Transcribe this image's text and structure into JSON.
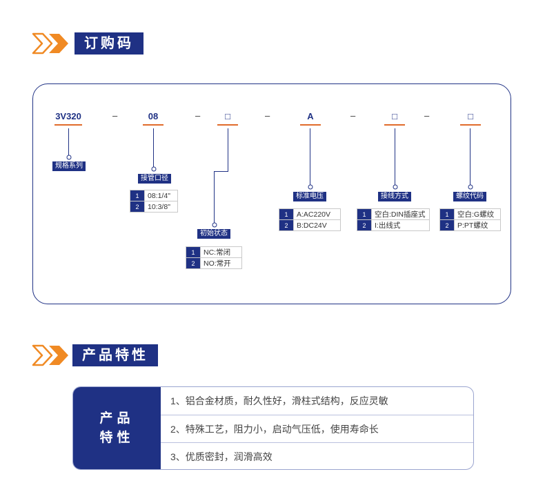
{
  "sections": {
    "order_code_title": "订购码",
    "features_title": "产品特性"
  },
  "code": {
    "segments": [
      "3V320",
      "08",
      "□",
      "A",
      "□",
      "□"
    ],
    "dash": "–"
  },
  "tags": {
    "series": "规格系列",
    "port": "接管口径",
    "initial": "初始状态",
    "voltage": "标准电压",
    "wiring": "接线方式",
    "thread": "螺纹代码"
  },
  "options": {
    "port": [
      {
        "num": "1",
        "text": "08:1/4\""
      },
      {
        "num": "2",
        "text": "10:3/8\""
      }
    ],
    "initial": [
      {
        "num": "1",
        "text": "NC:常闭"
      },
      {
        "num": "2",
        "text": "NO:常开"
      }
    ],
    "voltage": [
      {
        "num": "1",
        "text": "A:AC220V"
      },
      {
        "num": "2",
        "text": "B:DC24V"
      }
    ],
    "wiring": [
      {
        "num": "1",
        "text": "空白:DIN插座式"
      },
      {
        "num": "2",
        "text": "I:出线式"
      }
    ],
    "thread": [
      {
        "num": "1",
        "text": "空白:G螺纹"
      },
      {
        "num": "2",
        "text": "P:PT螺纹"
      }
    ]
  },
  "features": {
    "label_line1": "产品",
    "label_line2": "特性",
    "items": [
      "1、铝合金材质，耐久性好，滑柱式结构，反应灵敏",
      "2、特殊工艺，阻力小，启动气压低，使用寿命长",
      "3、优质密封，润滑高效"
    ]
  },
  "colors": {
    "navy": "#1f3184",
    "orange": "#f08a24",
    "orange_light": "#f7b56a",
    "underline": "#e06a2a"
  }
}
